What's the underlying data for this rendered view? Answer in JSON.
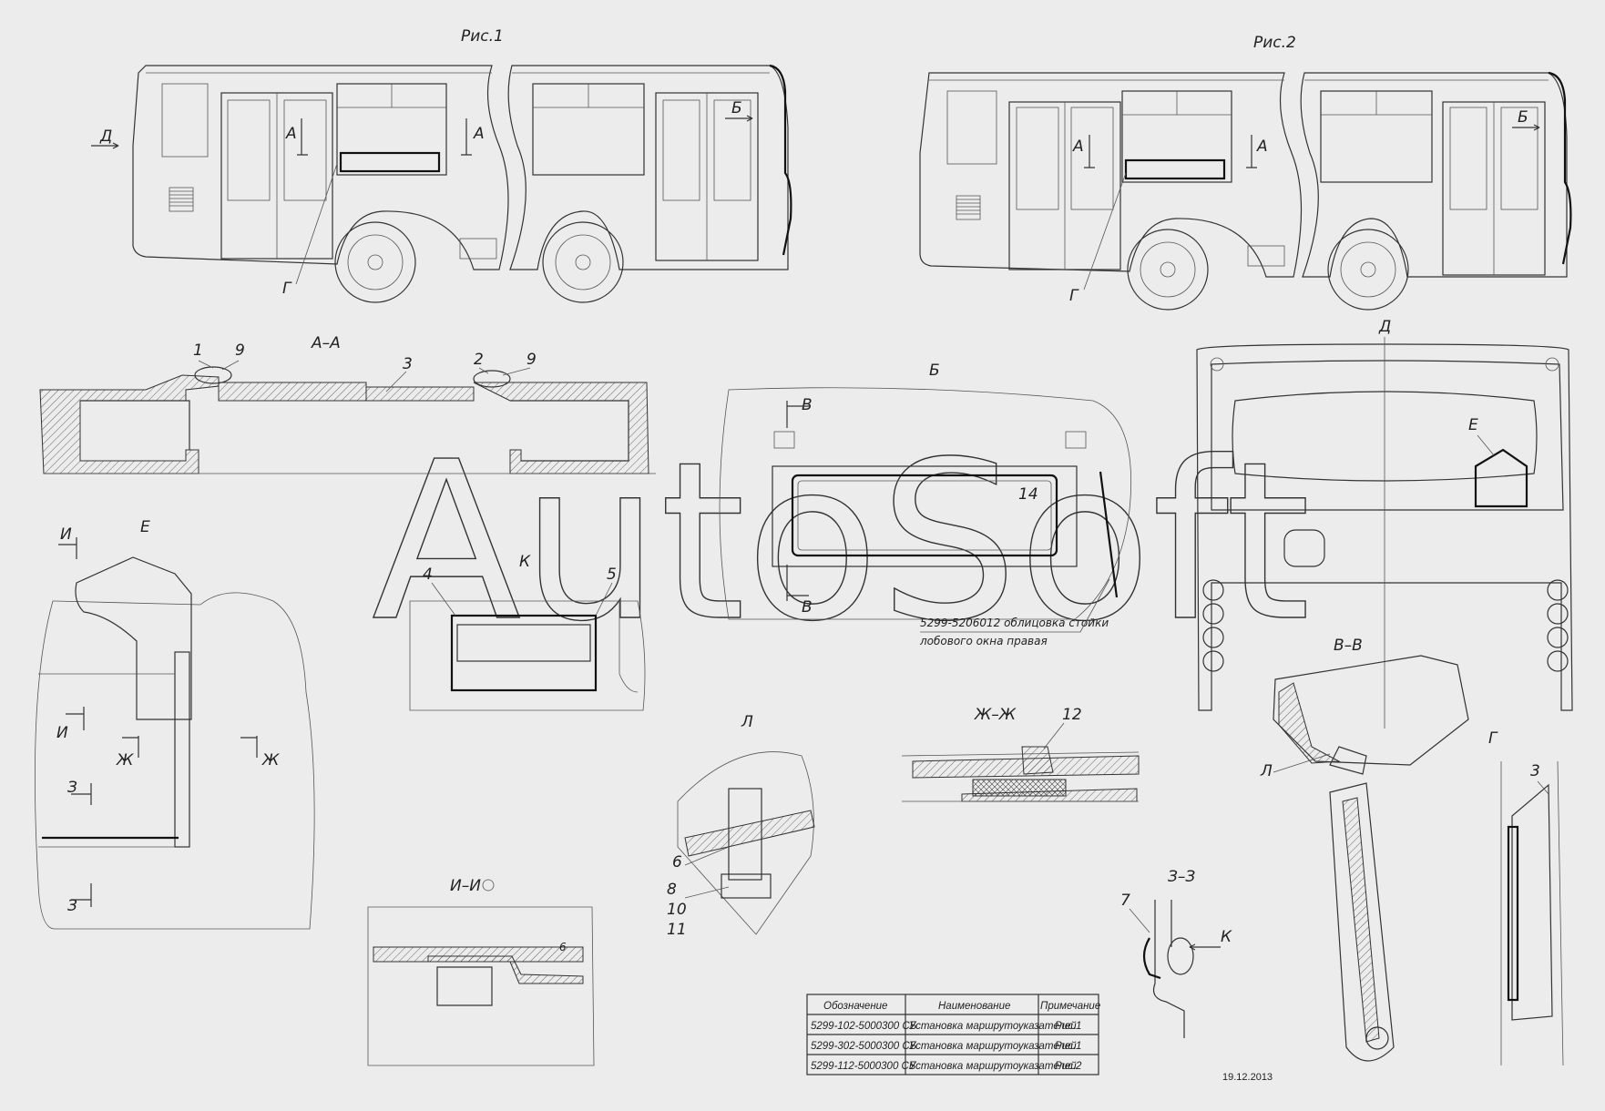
{
  "watermark": "AutoSoft",
  "figures": {
    "fig1": "Рис.1",
    "fig2": "Рис.2"
  },
  "views": {
    "aa": "А–А",
    "b": "Б",
    "d": "Д",
    "e": "Е",
    "k": "К",
    "l": "Л",
    "vv": "В–В",
    "zhzh": "Ж–Ж",
    "ii": "И–И",
    "zz": "З–З",
    "g": "Г"
  },
  "markers": {
    "a": "А",
    "b": "Б",
    "d": "Д",
    "g": "Г",
    "v": "В",
    "e": "Е",
    "i": "И",
    "zh": "Ж",
    "z": "З",
    "k": "К"
  },
  "callouts": [
    "1",
    "9",
    "3",
    "2",
    "9",
    "4",
    "5",
    "14",
    "6",
    "8",
    "10",
    "11",
    "12",
    "7",
    "3",
    "6"
  ],
  "note": {
    "line1": "5299-5206012 облицовка стойки",
    "line2": "лобового окна правая"
  },
  "table": {
    "headers": [
      "Обозначение",
      "Наименование",
      "Примечание"
    ],
    "rows": [
      [
        "5299-102-5000300 СБ",
        "Установка маршрутоуказателей",
        "Рис.1"
      ],
      [
        "5299-302-5000300 СБ",
        "Установка маршрутоуказателей",
        "Рис.1"
      ],
      [
        "5299-112-5000300 СБ",
        "Установка маршрутоуказателей",
        "Рис.2"
      ]
    ]
  },
  "date": "19.12.2013"
}
